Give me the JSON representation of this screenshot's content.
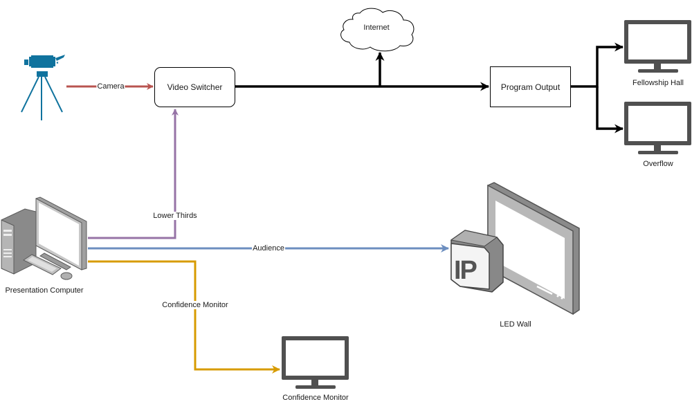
{
  "diagram": {
    "colors": {
      "camera_edge": "#b85450",
      "lower_thirds_edge": "#9673a6",
      "audience_edge": "#6c8ebf",
      "confidence_edge": "#d79b00",
      "main_edge": "#000000",
      "camera_icon": "#10739e",
      "monitor_icon": "#505050"
    },
    "nodes": {
      "camera": {
        "label": ""
      },
      "video_switcher": {
        "label": "Video Switcher"
      },
      "internet": {
        "label": "Internet"
      },
      "program_output": {
        "label": "Program Output"
      },
      "fellowship_hall": {
        "label": "Fellowship Hall"
      },
      "overflow": {
        "label": "Overflow"
      },
      "presentation_computer": {
        "label": "Presentation Computer"
      },
      "led_wall": {
        "label": "LED Wall",
        "badge": "IP"
      },
      "confidence_monitor": {
        "label": "Confidence Monitor"
      }
    },
    "edges": {
      "camera": {
        "label": "Camera",
        "from": "camera",
        "to": "video_switcher"
      },
      "lower_thirds": {
        "label": "Lower Thirds",
        "from": "presentation_computer",
        "to": "video_switcher"
      },
      "audience": {
        "label": "Audience",
        "from": "presentation_computer",
        "to": "led_wall"
      },
      "confidence": {
        "label": "Confidence Monitor",
        "from": "presentation_computer",
        "to": "confidence_monitor"
      },
      "switcher_to_program": {
        "label": "",
        "from": "video_switcher",
        "to": "program_output"
      },
      "switcher_to_internet": {
        "label": "",
        "from": "video_switcher",
        "to": "internet"
      },
      "program_to_fellowship": {
        "label": "",
        "from": "program_output",
        "to": "fellowship_hall"
      },
      "program_to_overflow": {
        "label": "",
        "from": "program_output",
        "to": "overflow"
      }
    }
  }
}
